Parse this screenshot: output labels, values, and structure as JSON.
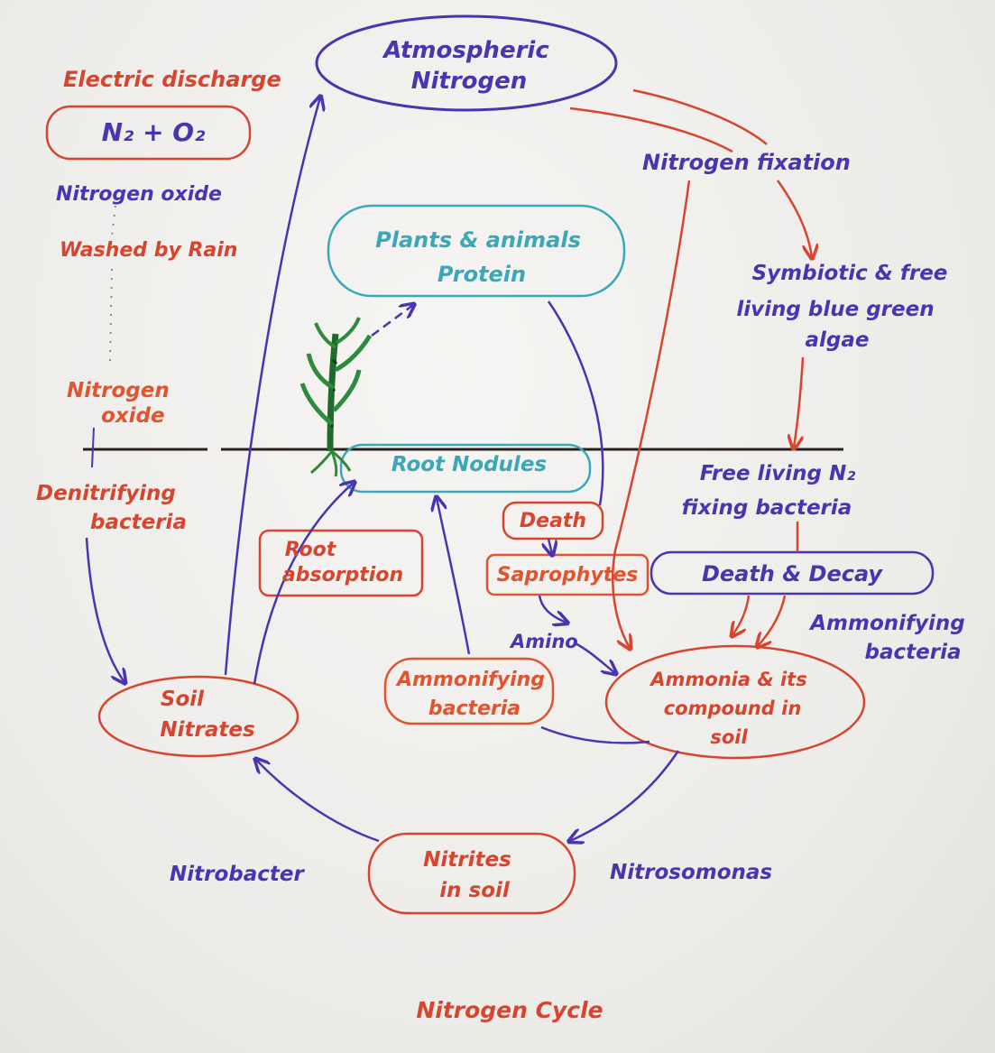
{
  "colors": {
    "red": "#d8452f",
    "purple": "#4a35b0",
    "teal": "#3aa8b8",
    "orange": "#e0552f",
    "ground": "#2a211d",
    "plant": "#2f8a3c"
  },
  "nodes": {
    "atmospheric_nitrogen": {
      "line1": "Atmospheric",
      "line2": "Nitrogen"
    },
    "n2_o2": "N₂ + O₂",
    "plants_animals": {
      "line1": "Plants & animals",
      "line2": "Protein"
    },
    "root_nodules": "Root Nodules",
    "death": "Death",
    "saprophytes": "Saprophytes",
    "death_decay": "Death & Decay",
    "root_absorption": {
      "line1": "Root",
      "line2": "absorption"
    },
    "ammonifying_bacteria_box": {
      "line1": "Ammonifying",
      "line2": "bacteria"
    },
    "ammonia_compound": {
      "line1": "Ammonia & its",
      "line2": "compound in",
      "line3": "soil"
    },
    "soil_nitrates": {
      "line1": "Soil",
      "line2": "Nitrates"
    },
    "nitrites_soil": {
      "line1": "Nitrites",
      "line2": "in soil"
    }
  },
  "labels": {
    "electric_discharge": "Electric discharge",
    "nitrogen_oxide_1": "Nitrogen oxide",
    "washed_by_rain": "Washed by Rain",
    "nitrogen_oxide_2": {
      "line1": "Nitrogen",
      "line2": "oxide"
    },
    "denitrifying_bacteria": {
      "line1": "Denitrifying",
      "line2": "bacteria"
    },
    "nitrogen_fixation": "Nitrogen fixation",
    "symbiotic": {
      "line1": "Symbiotic & free",
      "line2": "living blue green",
      "line3": "algae"
    },
    "free_living": {
      "line1": "Free living N₂",
      "line2": "fixing bacteria"
    },
    "ammonifying_bacteria_label": {
      "line1": "Ammonifying",
      "line2": "bacteria"
    },
    "amino": "Amino",
    "nitrobacter": "Nitrobacter",
    "nitrosomonas": "Nitrosomonas",
    "title": "Nitrogen Cycle"
  }
}
